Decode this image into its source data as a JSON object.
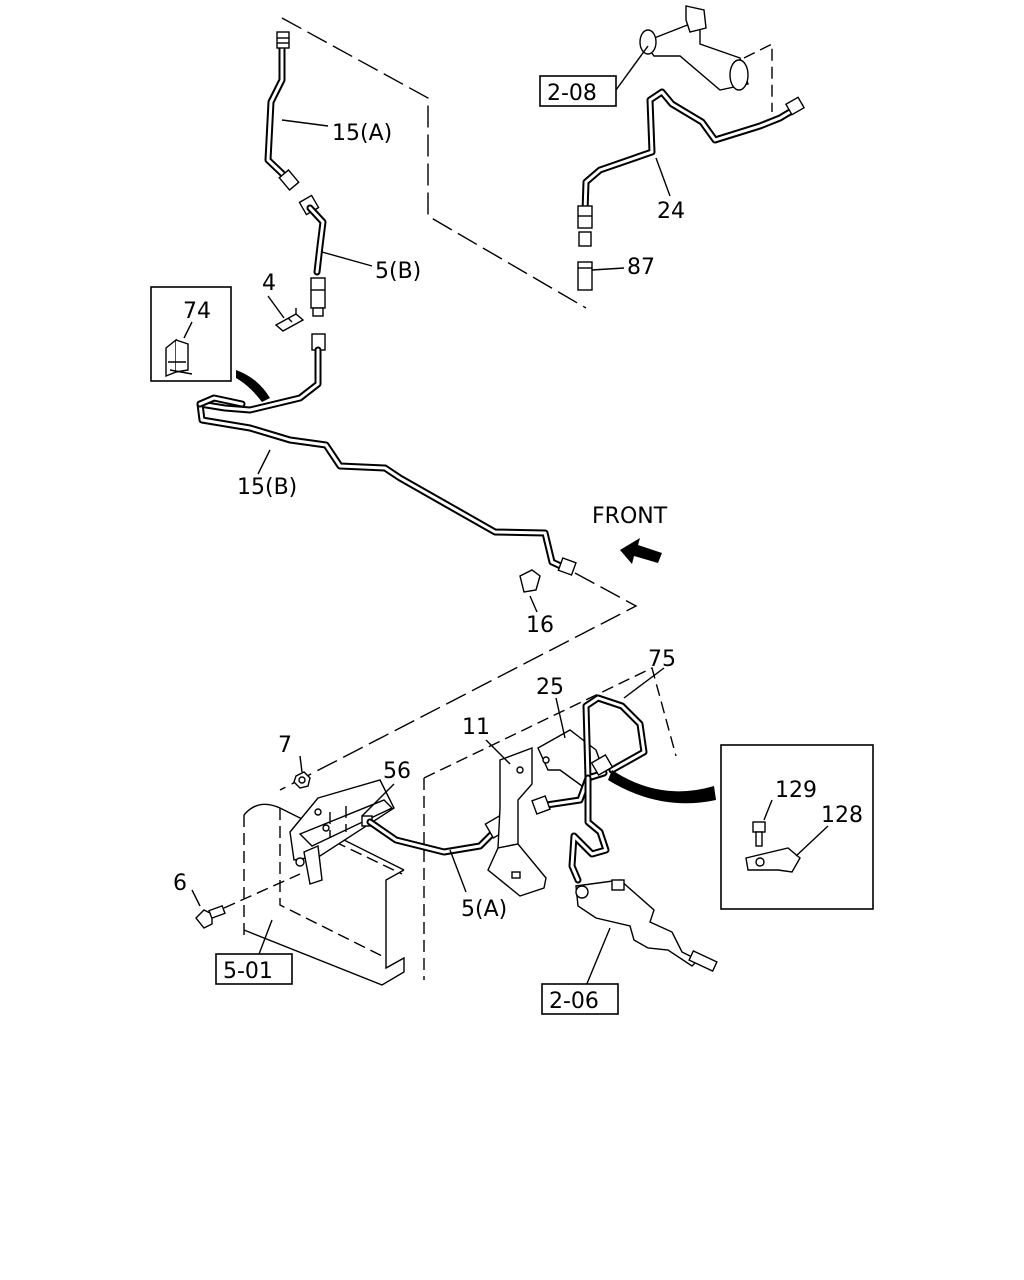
{
  "diagram": {
    "front_label": "FRONT",
    "callouts": {
      "c15a": "15(A)",
      "c5b": "5(B)",
      "c4": "4",
      "c74": "74",
      "c15b": "15(B)",
      "c16": "16",
      "c24": "24",
      "c87": "87",
      "c75": "75",
      "c25": "25",
      "c11": "11",
      "c7": "7",
      "c56": "56",
      "c6": "6",
      "c5a": "5(A)",
      "c129": "129",
      "c128": "128"
    },
    "refs": {
      "r208": "2-08",
      "r501": "5-01",
      "r206": "2-06"
    }
  }
}
